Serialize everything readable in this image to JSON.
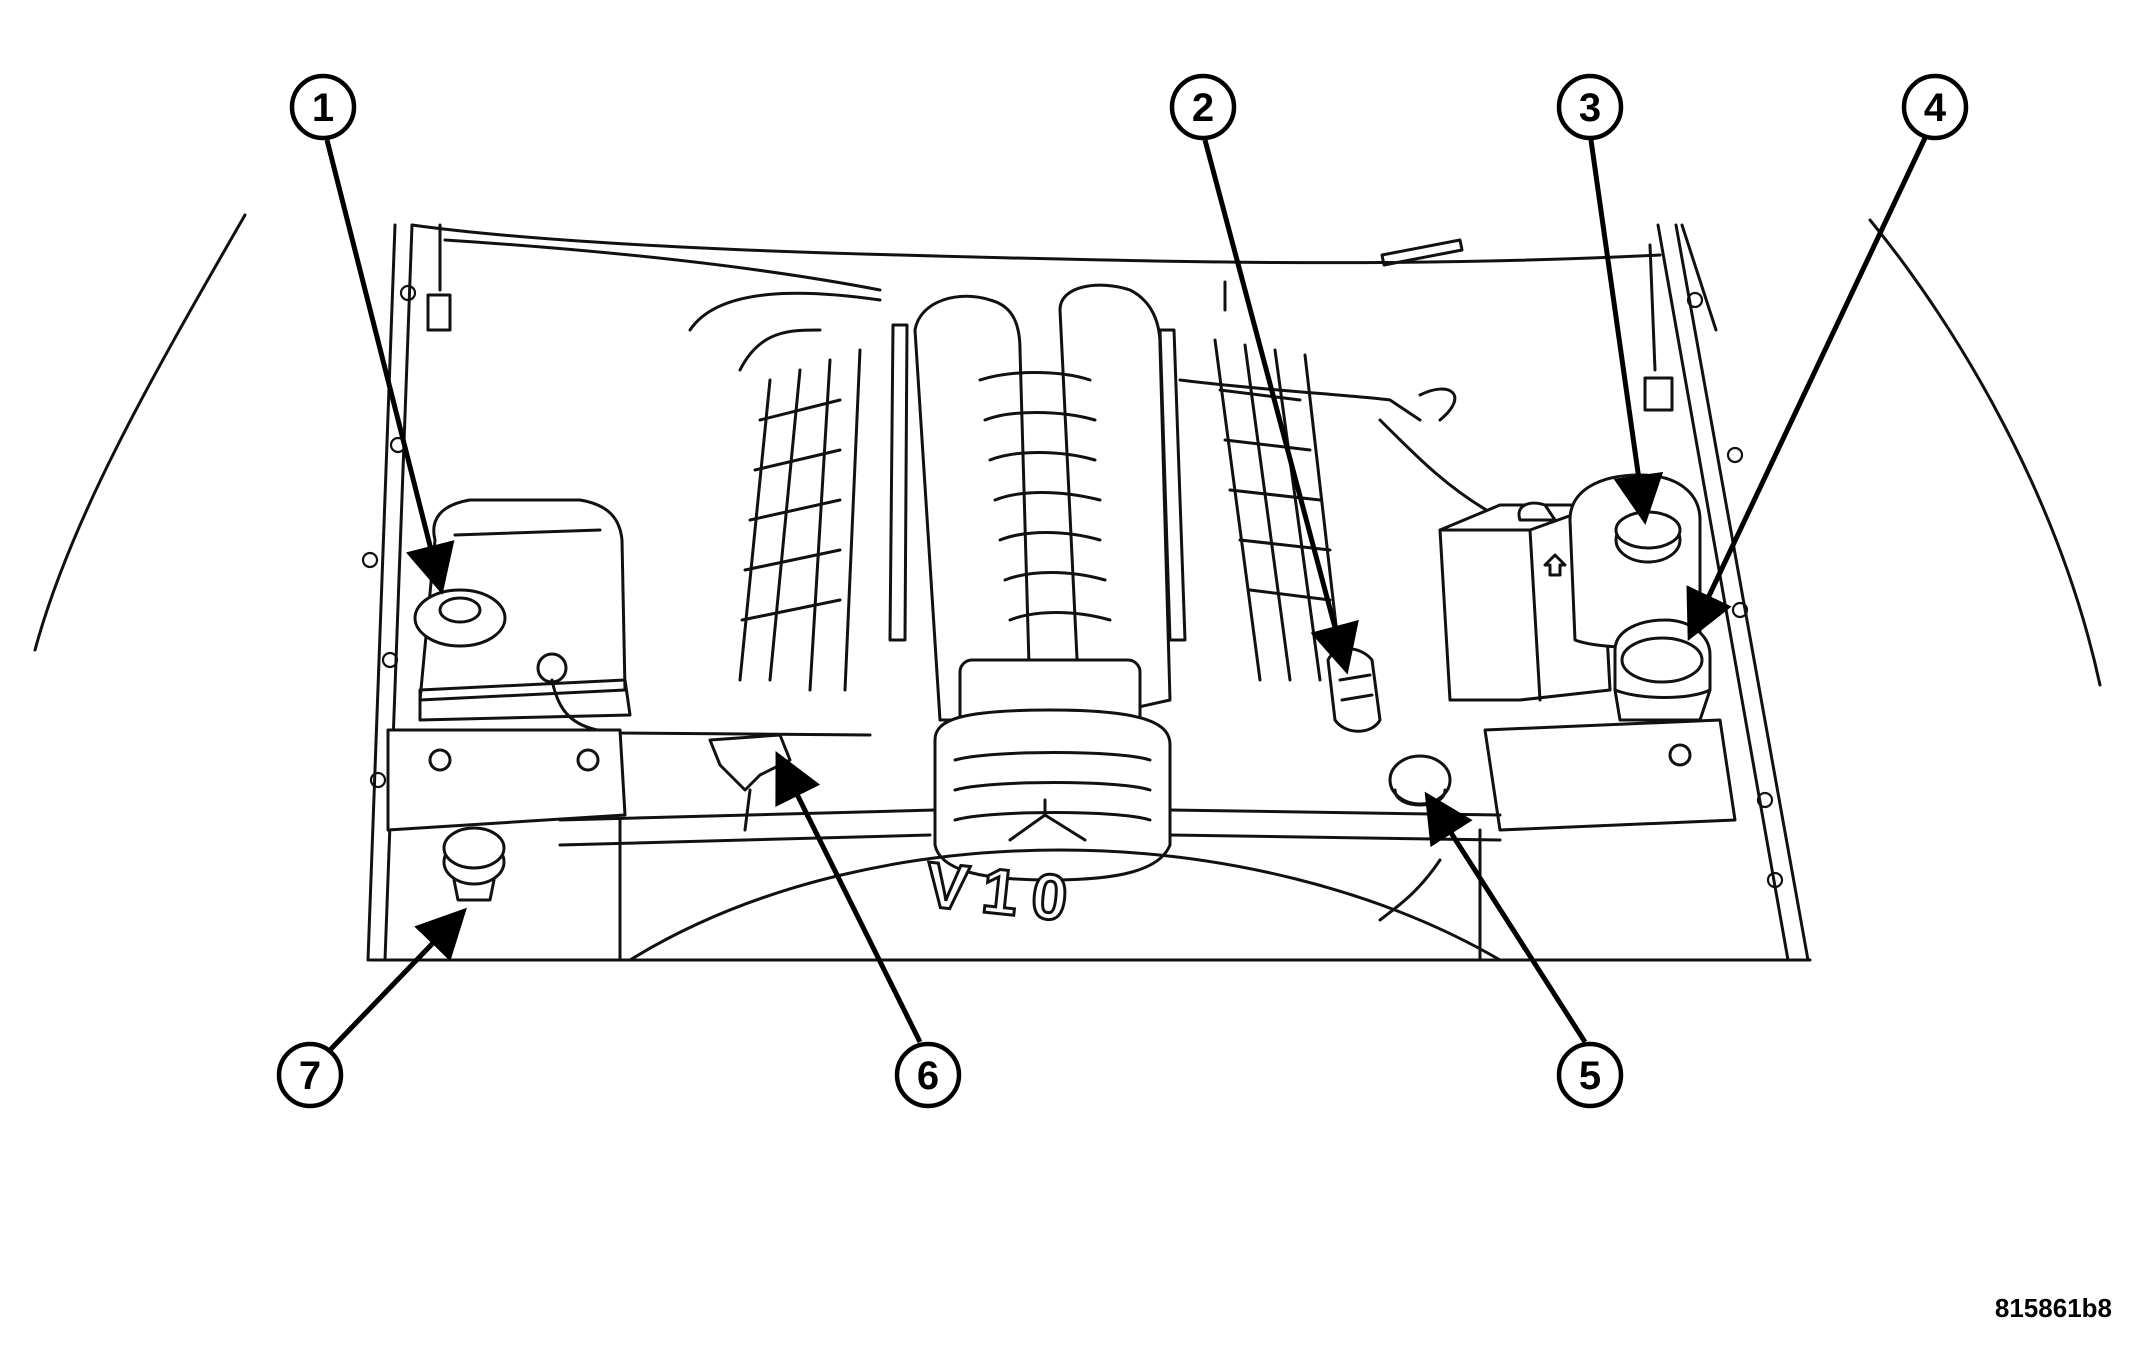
{
  "callouts": [
    {
      "label": "1"
    },
    {
      "label": "2"
    },
    {
      "label": "3"
    },
    {
      "label": "4"
    },
    {
      "label": "5"
    },
    {
      "label": "6"
    },
    {
      "label": "7"
    }
  ],
  "engine_label": "V10",
  "figure_id": "815861b8"
}
